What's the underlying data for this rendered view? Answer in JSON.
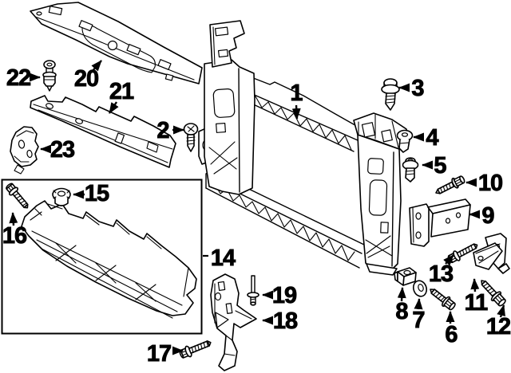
{
  "diagram": {
    "background_color": "#ffffff",
    "line_color": "#000000",
    "callouts": [
      {
        "number": "1"
      },
      {
        "number": "2"
      },
      {
        "number": "3"
      },
      {
        "number": "4"
      },
      {
        "number": "5"
      },
      {
        "number": "6"
      },
      {
        "number": "7"
      },
      {
        "number": "8"
      },
      {
        "number": "9"
      },
      {
        "number": "10"
      },
      {
        "number": "11"
      },
      {
        "number": "12"
      },
      {
        "number": "13"
      },
      {
        "number": "14"
      },
      {
        "number": "15"
      },
      {
        "number": "16"
      },
      {
        "number": "17"
      },
      {
        "number": "18"
      },
      {
        "number": "19"
      },
      {
        "number": "20"
      },
      {
        "number": "21"
      },
      {
        "number": "22"
      },
      {
        "number": "23"
      }
    ]
  }
}
